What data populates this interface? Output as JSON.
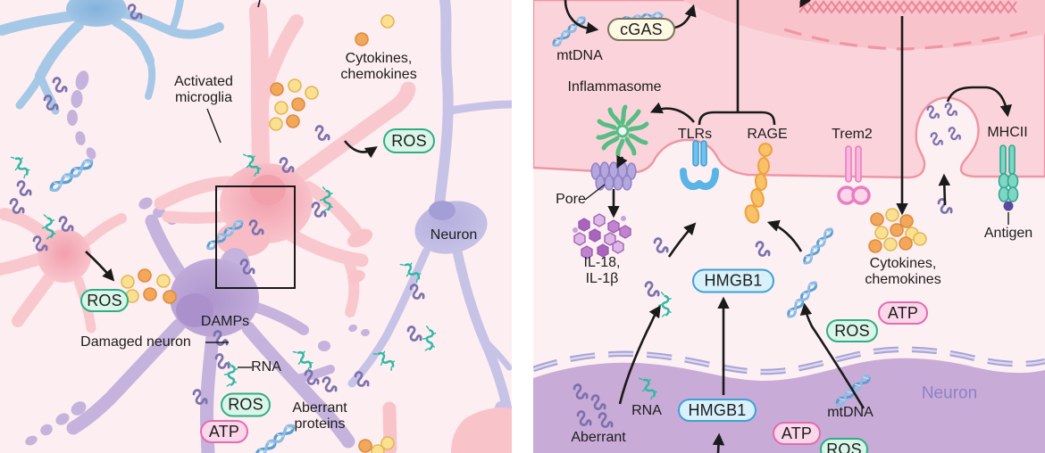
{
  "left_panel": {
    "labels": {
      "activated_microglia": "Activated\nmicroglia",
      "cytokines": "Cytokines,\nchemokines",
      "neuron": "Neuron",
      "damaged_neuron": "Damaged neuron",
      "damps": "DAMPs",
      "rna": "RNA",
      "aberrant_proteins": "Aberrant\nproteins"
    },
    "badges": {
      "ros_top": "ROS",
      "ros_left": "ROS",
      "ros_bottom": "ROS",
      "atp": "ATP"
    }
  },
  "right_panel": {
    "labels": {
      "mtdna_top": "mtDNA",
      "inflammasome": "Inflammasome",
      "pore": "Pore",
      "il18": "IL-18,\nIL-1β",
      "tlrs": "TLRs",
      "rage": "RAGE",
      "trem2": "Trem2",
      "mhcii": "MHCII",
      "antigen": "Antigen",
      "cytokines": "Cytokines,\nchemokines",
      "neuron": "Neuron",
      "rna": "RNA",
      "mtdna_neuron": "mtDNA",
      "aberrant": "Aberrant"
    },
    "badges": {
      "cgas": "cGAS",
      "hmgb1_upper": "HMGB1",
      "hmgb1_lower": "HMGB1",
      "atp_mid": "ATP",
      "ros_mid": "ROS",
      "atp_lower": "ATP",
      "ros_lower": "ROS"
    }
  },
  "colors": {
    "microglia_pink": "#f9c8cf",
    "neuron_purple": "#c5b2dd",
    "neuron_periwinkle": "#c7c3e7",
    "microglia_blue": "#a5c8e6",
    "ros_green": "#2eae85",
    "atp_pink": "#e26cb0",
    "hmgb1_blue": "#3ea0d5",
    "cgas_cream": "#fdf9e3",
    "dna_blue": "#5b9ed2",
    "rna_teal": "#2eb9a4",
    "squiggle_purple": "#7d71ad",
    "cytokine_orange": "#f3a75b",
    "cytokine_yellow": "#fbe092",
    "membrane_pink": "#ef96a5",
    "inflammasome_green": "#57bd85"
  }
}
